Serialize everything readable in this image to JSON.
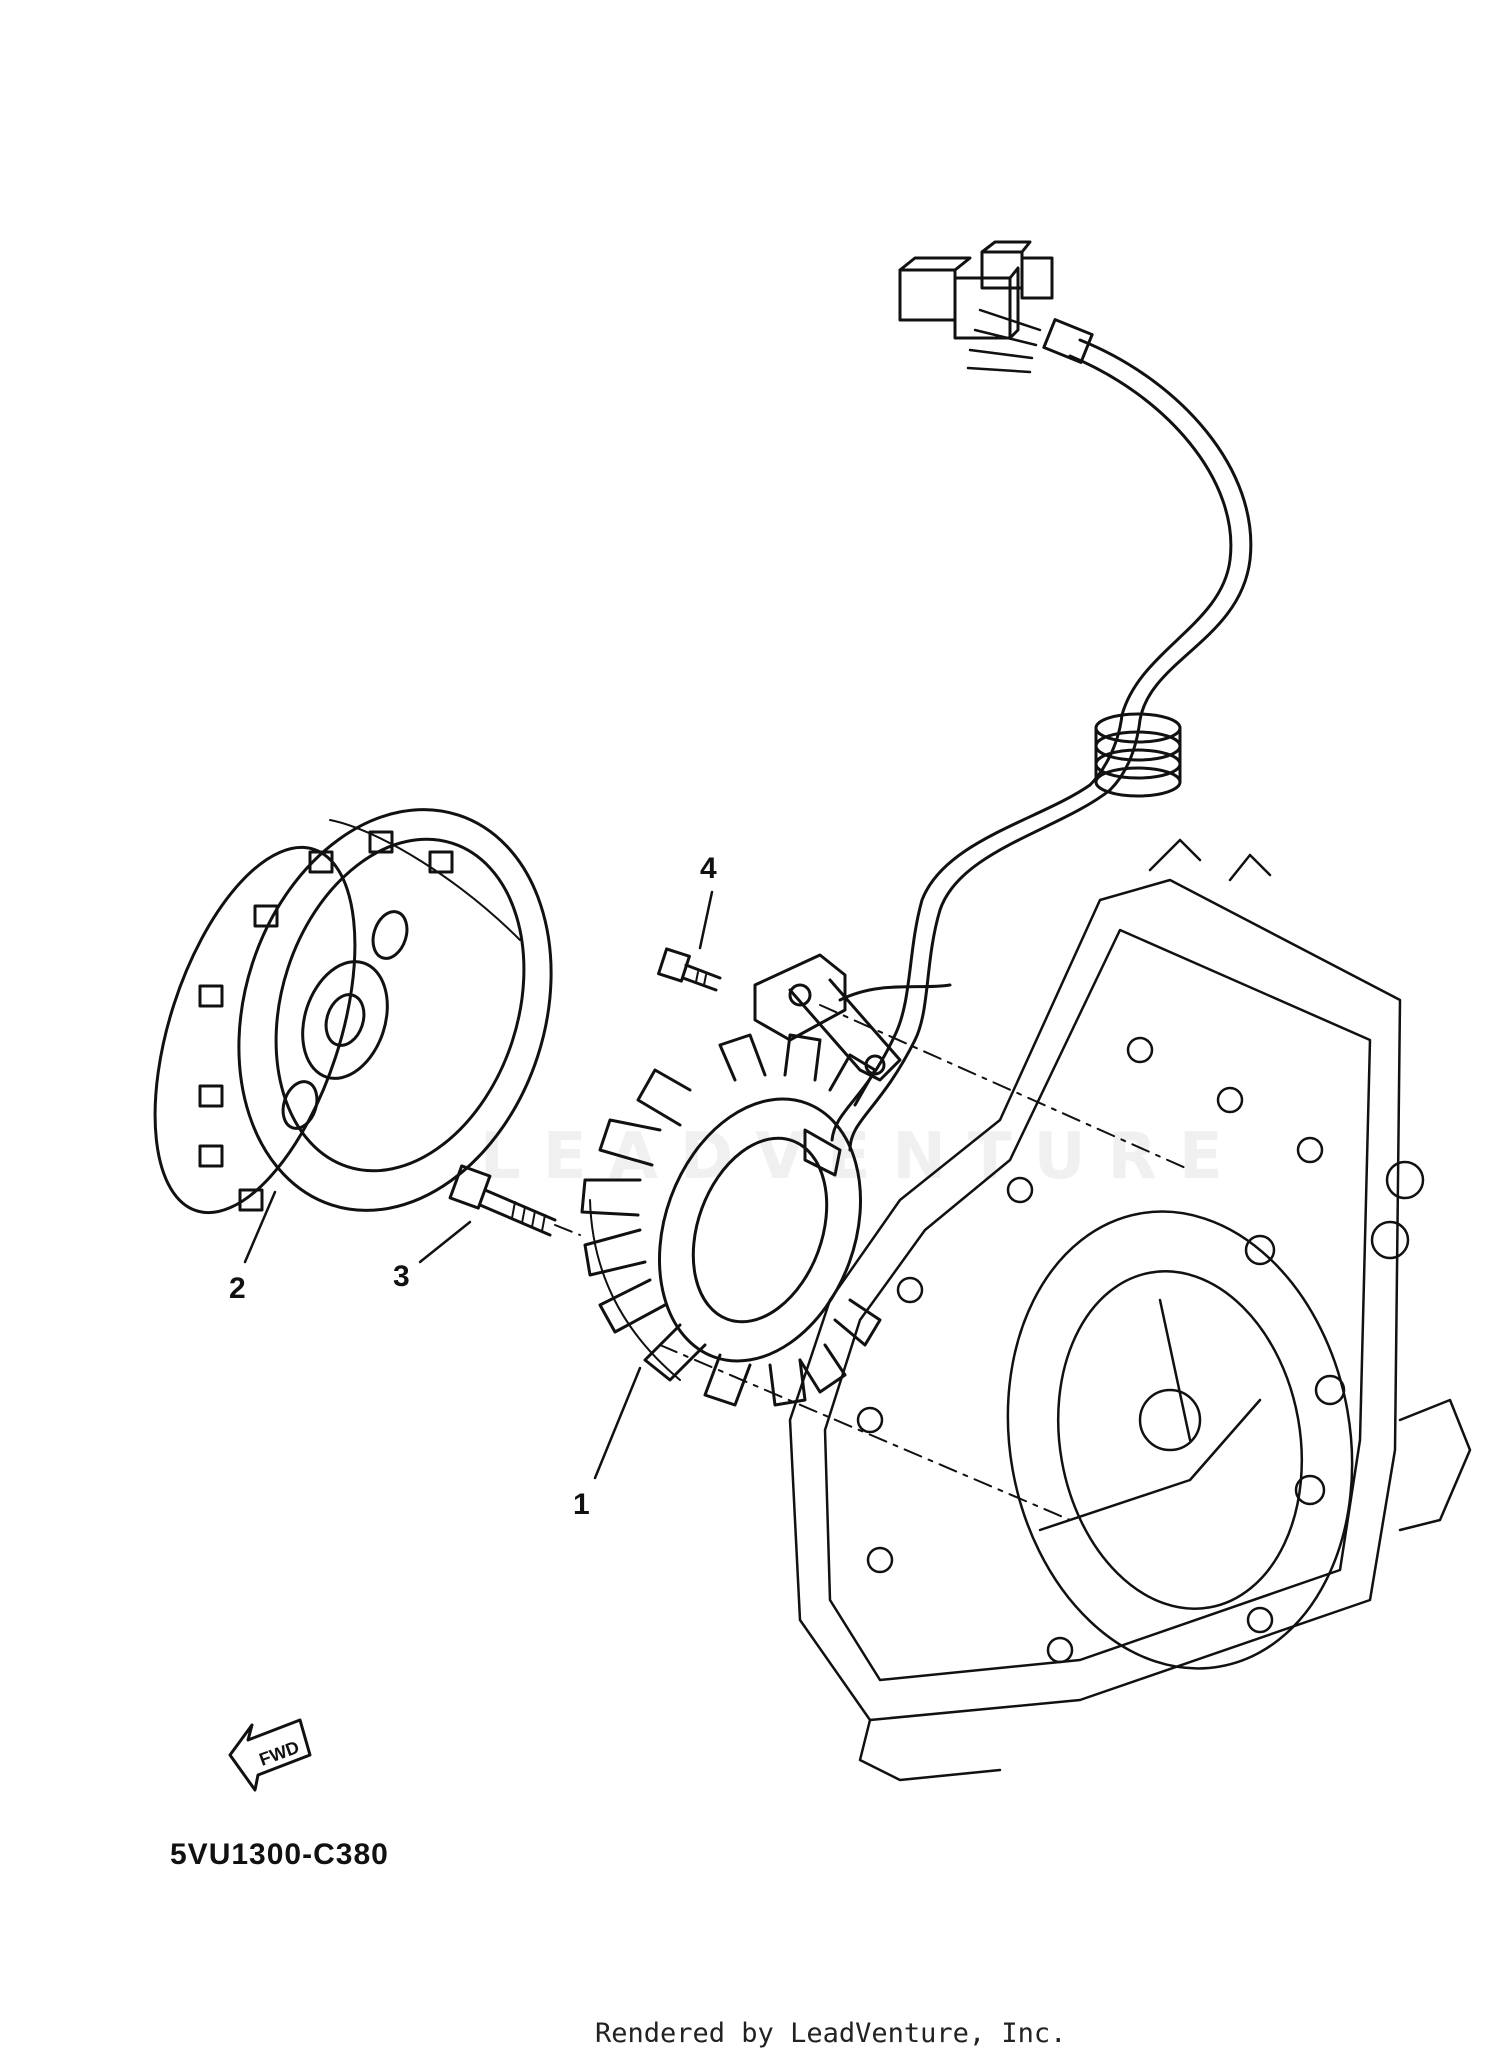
{
  "callouts": {
    "stator": "1",
    "rotor": "2",
    "bolt": "3",
    "screw": "4"
  },
  "diagram_code": "5VU1300-C380",
  "fwd_label": "FWD",
  "footer_text": "Rendered by LeadVenture, Inc.",
  "watermark_text": "LEADVENTURE",
  "colors": {
    "line": "#111111",
    "watermark": "#f0f0f0",
    "background": "#ffffff"
  }
}
